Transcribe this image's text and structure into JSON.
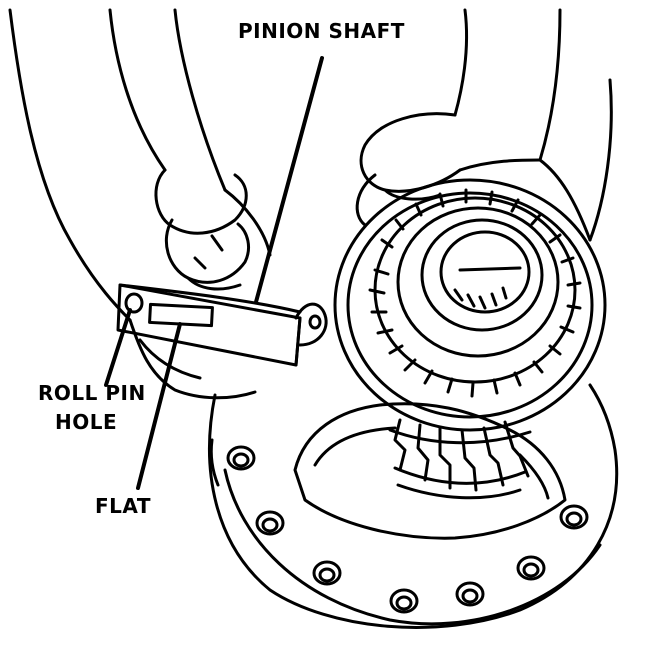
{
  "labels": {
    "pinion_shaft": "PINION SHAFT",
    "roll_pin_line1": "ROLL PIN",
    "roll_pin_line2": "HOLE",
    "flat": "FLAT"
  },
  "colors": {
    "ink": "#000000",
    "paper": "#ffffff"
  }
}
